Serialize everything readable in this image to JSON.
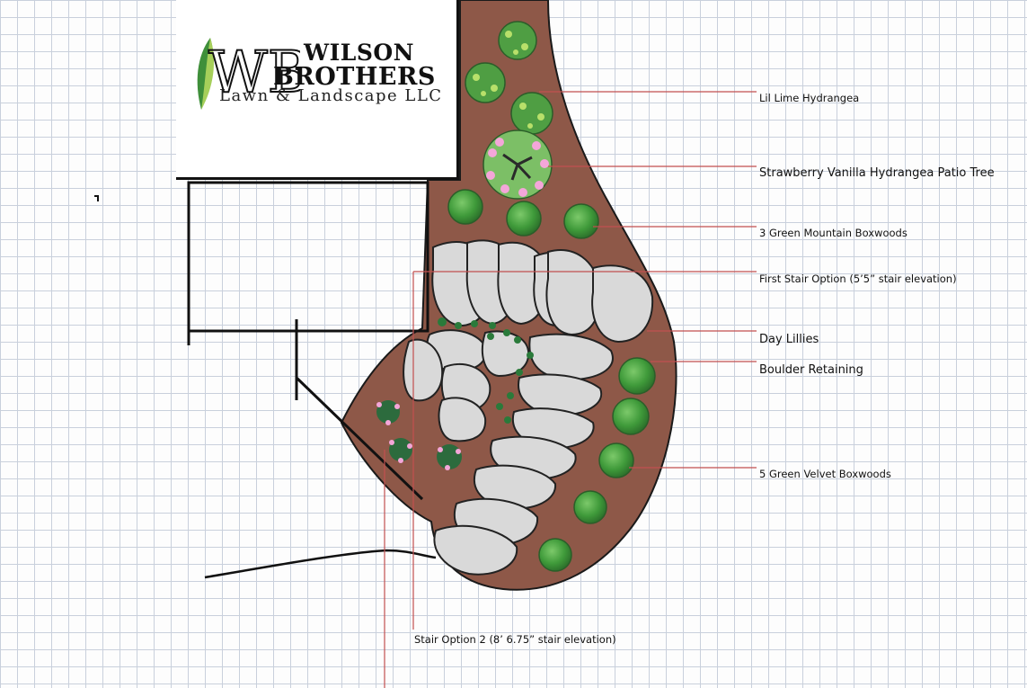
{
  "logo": {
    "monogram": "WB",
    "line1": "WILSON",
    "line2": "BROTHERS",
    "line3": "Lawn & Landscape LLC",
    "colors": {
      "leaf_dark": "#3f8f3a",
      "leaf_light": "#a6cf5a",
      "text": "#111111"
    }
  },
  "labels": [
    {
      "key": "lil_lime",
      "text": "Lil Lime Hydrangea"
    },
    {
      "key": "strawberry_vanilla",
      "text": "Strawberry Vanilla Hydrangea Patio Tree"
    },
    {
      "key": "green_mountain",
      "text": "3 Green Mountain Boxwoods"
    },
    {
      "key": "first_stair",
      "text": "First Stair Option (5’5” stair elevation)"
    },
    {
      "key": "day_lillies",
      "text": "Day Lillies"
    },
    {
      "key": "boulder",
      "text": "Boulder Retaining"
    },
    {
      "key": "green_velvet",
      "text": "5 Green Velvet Boxwoods"
    },
    {
      "key": "stair_option_2",
      "text": "Stair Option 2 (8’ 6.75” stair elevation)"
    }
  ],
  "colors": {
    "mulch": "#8e5848",
    "boulder": "#d9d9d9",
    "boxwood": "#3f9a3a",
    "hydrangea": "#4f9e43",
    "flower_pink": "#f4a6d9",
    "leader_line": "#c25050",
    "grid": "#c9d0dc"
  }
}
